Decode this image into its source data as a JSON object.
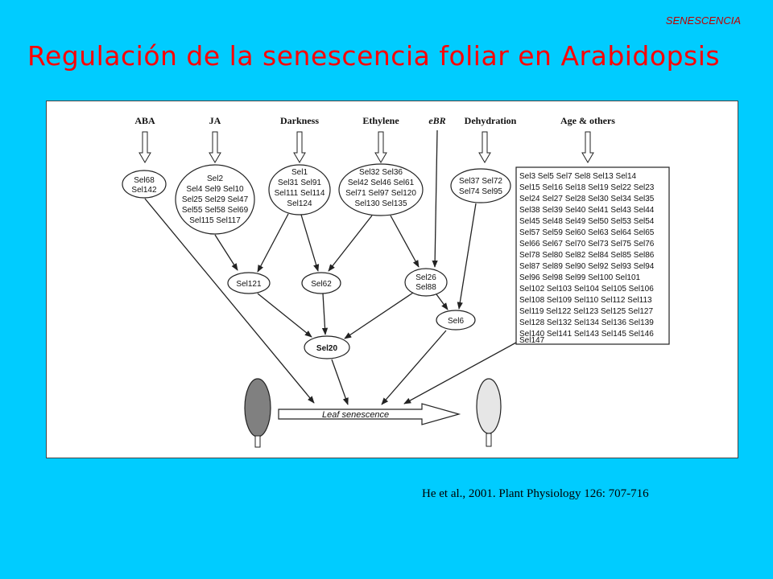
{
  "header": {
    "corner_label": "SENESCENCIA",
    "title": "Regulación de la senescencia foliar en Arabidopsis"
  },
  "diagram": {
    "signals": [
      "ABA",
      "JA",
      "Darkness",
      "Ethylene",
      "eBR",
      "Dehydration",
      "Age & others"
    ],
    "upper_nodes": {
      "aba": [
        "Sel68",
        "Sel142"
      ],
      "ja": [
        "Sel2",
        "Sel4 Sel9 Sel10",
        "Sel25 Sel29 Sel47",
        "Sel55 Sel58 Sel69",
        "Sel115 Sel117"
      ],
      "darkness": [
        "Sel1",
        "Sel31 Sel91",
        "Sel111 Sel114",
        "Sel124"
      ],
      "ethylene": [
        "Sel32 Sel36",
        "Sel42 Sel46 Sel61",
        "Sel71 Sel97 Sel120",
        "Sel130 Sel135"
      ],
      "dehydration": [
        "Sel37 Sel72",
        "Sel74 Sel95"
      ]
    },
    "age_box_lines": [
      "Sel3  Sel5  Sel7  Sel8  Sel13 Sel14",
      "Sel15 Sel16 Sel18 Sel19 Sel22 Sel23",
      "Sel24 Sel27 Sel28 Sel30 Sel34 Sel35",
      "Sel38 Sel39 Sel40 Sel41 Sel43 Sel44",
      "Sel45 Sel48 Sel49 Sel50 Sel53 Sel54",
      "Sel57 Sel59 Sel60 Sel63 Sel64 Sel65",
      "Sel66 Sel67 Sel70 Sel73 Sel75 Sel76",
      "Sel78 Sel80 Sel82 Sel84 Sel85 Sel86",
      "Sel87 Sel89 Sel90 Sel92 Sel93 Sel94",
      "Sel96 Sel98 Sel99 Sel100 Sel101",
      "Sel102 Sel103 Sel104 Sel105 Sel106",
      "Sel108 Sel109 Sel110 Sel112 Sel113",
      "Sel119 Sel122 Sel123 Sel125 Sel127",
      "Sel128 Sel132 Sel134 Sel136 Sel139",
      "Sel140 Sel141 Sel143 Sel145 Sel146",
      "Sel147"
    ],
    "middle_nodes": {
      "sel121": "Sel121",
      "sel62": "Sel62",
      "sel26_88": [
        "Sel26",
        "Sel88"
      ],
      "sel6": "Sel6",
      "sel20": "Sel20"
    },
    "leaf_senescence_label": "Leaf senescence",
    "leaf_colors": {
      "green": "#808080",
      "senescent": "#e6e6e6"
    }
  },
  "footer": {
    "citation": "He et al., 2001. Plant Physiology 126: 707-716"
  }
}
